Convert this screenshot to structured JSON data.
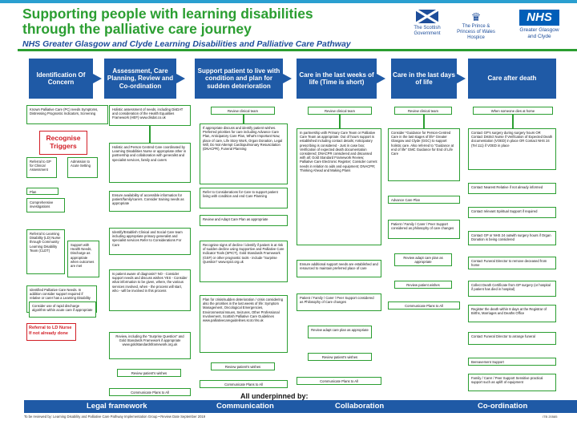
{
  "title": "Supporting people with learning disabilities through the palliative care journey",
  "subtitle": "NHS Greater Glasgow and Clyde Learning Disabilities and Palliative Care Pathway",
  "logos": {
    "scottish_gov": "The Scottish Government",
    "princess": "The Prince & Princess of Wales Hospice",
    "nhs": "NHS",
    "nhs_sub": "Greater Glasgow and Clyde"
  },
  "headers": [
    "Identification Of Concern",
    "Assessment, Care Planning, Review and Co-ordination",
    "Support patient to live with condition and plan for sudden deterioration",
    "Care in the last weeks of life (Time is short)",
    "Care in the last days of life",
    "Care after death"
  ],
  "col1": {
    "known": "Known Palliative Care (PC) needs Symptoms, Distressing Prognostic Indicators, Screening",
    "recognise": "Recognise Triggers",
    "referral_gp": "Referral to GP for Clinical Assessment",
    "admission": "Admission to Acute Setting",
    "plan": "Plan",
    "comprehensive": "Comprehensive investigations",
    "referral_ld": "Referral to Learning Disability (LD) Nurse through Community Learning Disability Team (CLDT)",
    "support_health": "Support with Health Needs, Discharge as appropriate when outcomes are met",
    "identified": "Identified Palliative Care Needs. In addition consider support required if relative or carer has a Learning Disability",
    "consider_rapid": "Consider use of rapid discharge algorithm within acute care if appropriate",
    "referral_ld_nurse": "Referral to LD Nurse If not already done"
  },
  "col2": {
    "holistic": "Holistic assessment of needs, including DisDAT and consideration of the Health Equalities Framework (HEF) www.disdat.co.uk",
    "person_centred": "Holistic and Person Centred Care coordinated by Learning Disabilities Nurse or appropriate other in partnership and collaboration with generalist and specialist services, family and carers",
    "info": "Ensure availability of accessible information for patient/family/carers. Consider training needs as appropriate",
    "identify": "Identify/Establish Clinical and Social Care team including appropriate primary generalist and specialist services Refer to Considerations For Care",
    "aware": "Is patient aware of diagnosis? NO - Consider support needs and discuss wishes YES - Consider what information to be given, where, the various services involved, when - the process will start, who - will be involved in this process",
    "review_sq": "Review, including the \"Surprise Question\" and Gold Standards Framework if appropriate www.goldstandardsframework.org.uk",
    "review_pw": "Review patient's wishes",
    "communicate": "Communicate Plans to All"
  },
  "col3": {
    "review_team": "Review clinical team",
    "appropriate": "If appropriate discuss and identify patient wishes. Preferred priorities for care including Advance Care Plan, Anticipatory Care Plan, What's Important Now, place of care, Life Story Work, Organ Donation, Legal Will, Do Not Attempt Cardiopulmonary Resuscitation (DNACPR), Funeral Planning",
    "refer_considerations": "Refer to Considerations for Care to support patient living with condition and end Care Planning",
    "review_adapt": "Review and Adapt Care Plan as appropriate",
    "recognise_decline": "Recognise signs of decline / identify if patient is at risk of sudden decline using Supportive and Palliative Care Indicator Tools (SPICT), Gold Standards Framework (GSF) or other prognostic tools - include \"Surprise Question\" www.spict.org.uk",
    "plan_deterioration": "Plan for crisis/sudden deterioration / crisis considering also the priorities in the last weeks of life: Symptom Management, Oncological Emergencies, Environmental Issues, Seizures, Other Professional Involvement, Scottish Palliative Care Guidelines www.palliativecareguidelines.scot.nhs.uk",
    "review_pw": "Review patient's wishes",
    "communicate": "Communicate Plans to All"
  },
  "col4": {
    "review_team": "Review clinical team",
    "partnership": "In partnership with Primary Care Team or Palliative Care Team as appropriate: Out of hours support is established including contact details; Anticipatory prescribing is considered - Just in case box; Verification of expected death documentation considered; DNACPR considered and discussed with all; Gold Standard Framework Review; Palliative Care Electronic Register; Consider current needs in relation to aids and equipment; DNACPR; Thinking Ahead and Making Plans",
    "ensure": "Ensure additional support needs are established and resourced to maintain preferred place of care",
    "family": "Patient / Family / Carer / Peer Support considered as Philosophy of Care changes",
    "review_adapt": "Review adapt care plan as appropriate",
    "review_pw": "Review patient's wishes",
    "communicate": "Communicate Plans to All"
  },
  "col5": {
    "review_team": "Review clinical team",
    "consider_guidance": "Consider *Guidance for Person-Centred Care in the last stages of life* Greater Glasgow and Clyde (GGC) to support holistic care. Also referred to \"Guidance at end of life\" GMC Guidance for End of Life Care",
    "advance": "Advance Care Plan",
    "family": "Patient / Family / Carer / Peer Support considered as philosophy of care changes",
    "review_adapt": "Review adapt care plan as appropriate",
    "review_pw": "Review patient wishes",
    "communicate": "Communicate Plans to All"
  },
  "col6": {
    "when": "When someone dies at home",
    "contact_gp": "Contact GP's surgery during surgery hours OR Contact District Nurse if Verification of Expected Death documentation (VOED) in place OR Contact NHS 24 (Tel 111) if VOED in place",
    "nearest": "Contact Nearest Relative if not already informed",
    "spiritual": "Contact relevant Spiritual Support if required",
    "gp_nhs": "Contact GP or NHS 24 outwith surgery hours if Organ Donation is being considered",
    "funeral": "Contact Funeral Director to remove deceased from home",
    "certificate": "Collect Death Certificate from GP surgery (or hospital if patient has died in hospital)",
    "register": "Register the death within 8 days at the Registrar of Births, Marriages and Deaths Office",
    "arrange": "Contact Funeral Director to arrange funeral",
    "bereavement": "Bereavement Support",
    "practical": "Family / Carer / Peer Support Sensitive practical support such as uplift of equipment"
  },
  "underpinned": "All underpinned by:",
  "footer": [
    "Legal framework",
    "Communication",
    "Collaboration",
    "Co-ordination"
  ],
  "footnote": "To be reviewed by: Learning Disability and Palliative Care Pathway Implementation Group • Review Date September 2019",
  "ref": "ITB 20585"
}
